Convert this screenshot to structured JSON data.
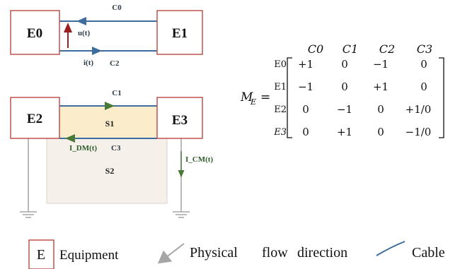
{
  "top_diagram": {
    "equipment_left": "E0",
    "equipment_right": "E1",
    "cable_top": "C0",
    "cable_bottom": "C2",
    "voltage_label": "u(t)",
    "current_label": "i(t)"
  },
  "bottom_diagram": {
    "equipment_left": "E2",
    "equipment_right": "E3",
    "cable_top": "C1",
    "cable_bottom": "C3",
    "surface_1": "S1",
    "surface_2": "S2",
    "dm_current_label": "I_DM(t)",
    "cm_current_label": "I_CM(t)"
  },
  "matrix": {
    "name": "M",
    "subscript": "E",
    "equals": "=",
    "columns": [
      "C0",
      "C1",
      "C2",
      "C3"
    ],
    "row_labels": [
      "E0",
      "E1",
      "E2",
      "E3"
    ],
    "rows": [
      [
        "+1",
        "0",
        "−1",
        "0"
      ],
      [
        "−1",
        "0",
        "+1",
        "0"
      ],
      [
        "0",
        "−1",
        "0",
        "+1/0"
      ],
      [
        "0",
        "+1",
        "0",
        "−1/0"
      ]
    ]
  },
  "legend": {
    "equipment_symbol": "E",
    "equipment_label": "Equipment",
    "flow_word_1": "Physical",
    "flow_word_2": "flow",
    "flow_word_3": "direction",
    "cable_label": "Cable"
  },
  "colors": {
    "equipment_border": "#c0504d",
    "cable": "#3d6d9e",
    "flow_arrow": "#4a7a3a",
    "voltage_arrow": "#9b2121",
    "surface_1_fill": "#fbeccc",
    "surface_2_fill": "#f6f0ea",
    "ground": "#a6a6a6"
  }
}
